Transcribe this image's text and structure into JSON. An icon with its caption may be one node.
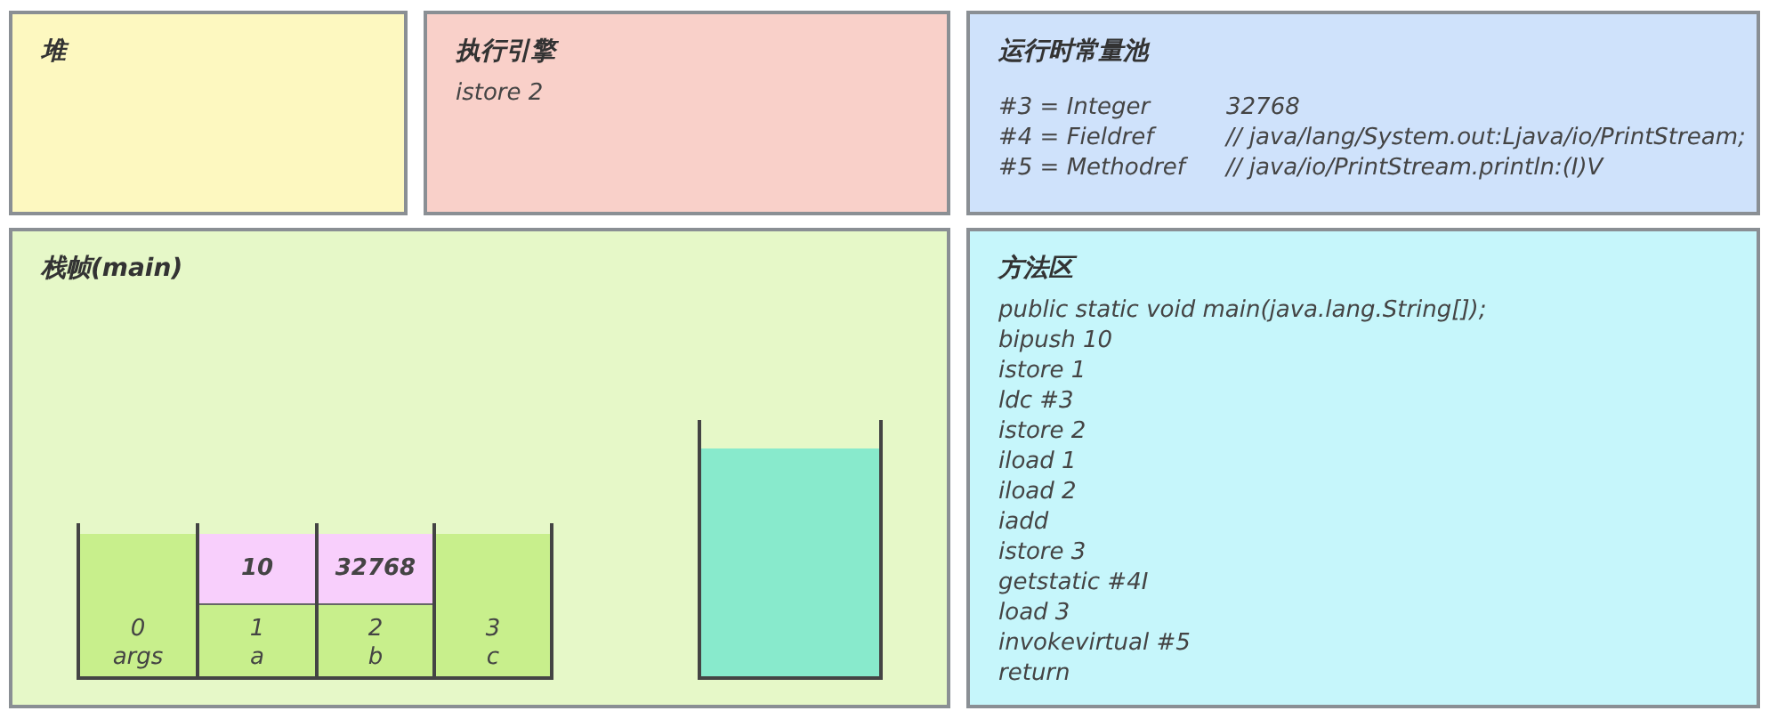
{
  "diagram": {
    "nodes": [
      {
        "text": [
          "堆"
        ]
      },
      {
        "text": [
          "执行引擎",
          "istore 2"
        ]
      },
      {
        "text": [
          "运行时常量池",
          "#3 = Integer",
          "32768",
          "#4 = Fieldref",
          "// java/lang/System.out:Ljava/io/PrintStream;",
          "#5 = Methodref",
          "// java/io/PrintStream.println:(I)V"
        ]
      },
      {
        "text": [
          "栈帧(main)"
        ]
      },
      {
        "text": [
          "0",
          "args"
        ],
        "in": 3
      },
      {
        "text": [
          "1",
          "a"
        ],
        "in": 3
      },
      {
        "text": [
          "10"
        ],
        "in": 5
      },
      {
        "text": [
          "2",
          "b"
        ],
        "in": 3
      },
      {
        "text": [
          "32768"
        ],
        "in": 7
      },
      {
        "text": [
          "3",
          "c"
        ],
        "in": 3
      },
      {
        "text": [],
        "shape": "box",
        "in": 3
      },
      {
        "text": [
          "方法区",
          "public static void main(java.lang.String[]);",
          "bipush 10",
          "istore 1",
          "ldc #3",
          "istore 2",
          "iload 1",
          "iload 2",
          "iadd",
          "istore 3",
          "getstatic #4I",
          "load 3",
          "invokevirtual #5",
          "return"
        ]
      }
    ]
  }
}
